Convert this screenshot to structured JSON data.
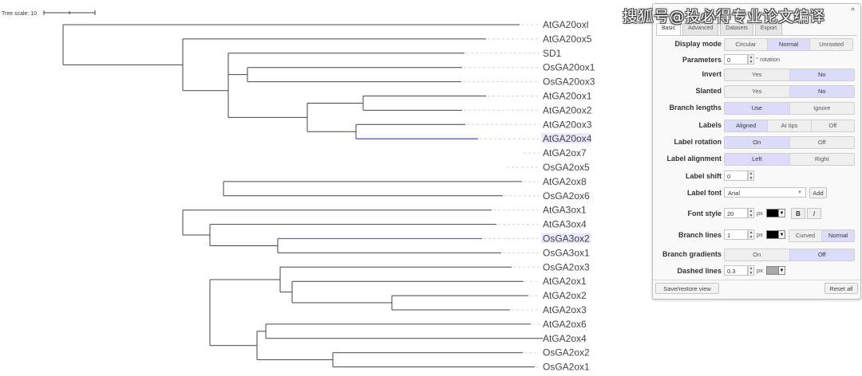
{
  "tree": {
    "scale_label": "Tree scale: 10",
    "leaves": [
      {
        "name": "AtGA20oxl",
        "highlight": false
      },
      {
        "name": "AtGA20ox5",
        "highlight": false
      },
      {
        "name": "SD1",
        "highlight": false
      },
      {
        "name": "OsGA20ox1",
        "highlight": false
      },
      {
        "name": "OsGA20ox3",
        "highlight": false
      },
      {
        "name": "AtGA20ox1",
        "highlight": false
      },
      {
        "name": "AtGA20ox2",
        "highlight": false
      },
      {
        "name": "AtGA20ox3",
        "highlight": false
      },
      {
        "name": "AtGA20ox4",
        "highlight": true
      },
      {
        "name": "AtGA2ox7",
        "highlight": false
      },
      {
        "name": "OsGA2ox5",
        "highlight": false
      },
      {
        "name": "AtGA2ox8",
        "highlight": false
      },
      {
        "name": "OsGA2ox6",
        "highlight": false
      },
      {
        "name": "AtGA3ox1",
        "highlight": false
      },
      {
        "name": "AtGA3ox4",
        "highlight": false
      },
      {
        "name": "OsGA3ox2",
        "highlight": true
      },
      {
        "name": "OsGA3ox1",
        "highlight": false
      },
      {
        "name": "OsGA2ox3",
        "highlight": false
      },
      {
        "name": "AtGA2ox1",
        "highlight": false
      },
      {
        "name": "AtGA2ox2",
        "highlight": false
      },
      {
        "name": "AtGA2ox3",
        "highlight": false
      },
      {
        "name": "AtGA2ox6",
        "highlight": false
      },
      {
        "name": "AtGA2ox4",
        "highlight": false
      },
      {
        "name": "OsGA2ox2",
        "highlight": false
      },
      {
        "name": "OsGA2ox1",
        "highlight": false
      }
    ],
    "highlight_color": "#6060d8",
    "branch_color": "#444444"
  },
  "watermark": "搜狐号@投必得专业论文编译",
  "panel": {
    "collapse_icon": "^",
    "tabs": [
      {
        "label": "Basic",
        "active": true
      },
      {
        "label": "Advanced",
        "active": false
      },
      {
        "label": "Datasets",
        "active": false
      },
      {
        "label": "Export",
        "active": false
      }
    ],
    "display_mode": {
      "label": "Display mode",
      "options": [
        "Circular",
        "Normal",
        "Unrooted"
      ],
      "selected": "Normal"
    },
    "parameters": {
      "label": "Parameters",
      "value": "0",
      "suffix": "° rotation"
    },
    "invert": {
      "label": "Invert",
      "options": [
        "Yes",
        "No"
      ],
      "selected": "No"
    },
    "slanted": {
      "label": "Slanted",
      "options": [
        "Yes",
        "No"
      ],
      "selected": "No"
    },
    "branch_lengths": {
      "label": "Branch lengths",
      "options": [
        "Use",
        "Ignore"
      ],
      "selected": "Use"
    },
    "labels": {
      "label": "Labels",
      "options": [
        "Aligned",
        "At tips",
        "Off"
      ],
      "selected": "Aligned"
    },
    "label_rotation": {
      "label": "Label rotation",
      "options": [
        "On",
        "Off"
      ],
      "selected": "On"
    },
    "label_alignment": {
      "label": "Label alignment",
      "options": [
        "Left",
        "Right"
      ],
      "selected": "Left"
    },
    "label_shift": {
      "label": "Label shift",
      "value": "0"
    },
    "label_font": {
      "label": "Label font",
      "value": "Arial",
      "add_label": "Add"
    },
    "font_style": {
      "label": "Font style",
      "size": "20",
      "unit": "px",
      "color": "#000000",
      "bold": "B",
      "italic": "I"
    },
    "branch_lines": {
      "label": "Branch lines",
      "width": "1",
      "unit": "px",
      "color": "#000000",
      "options": [
        "Curved",
        "Normal"
      ],
      "selected": "Normal"
    },
    "branch_gradients": {
      "label": "Branch gradients",
      "options": [
        "On",
        "Off"
      ],
      "selected": "Off"
    },
    "dashed_lines": {
      "label": "Dashed lines",
      "width": "0.3",
      "unit": "px",
      "color": "#aaaaaa"
    },
    "save_restore_label": "Save/restore view",
    "reset_label": "Reset all"
  }
}
